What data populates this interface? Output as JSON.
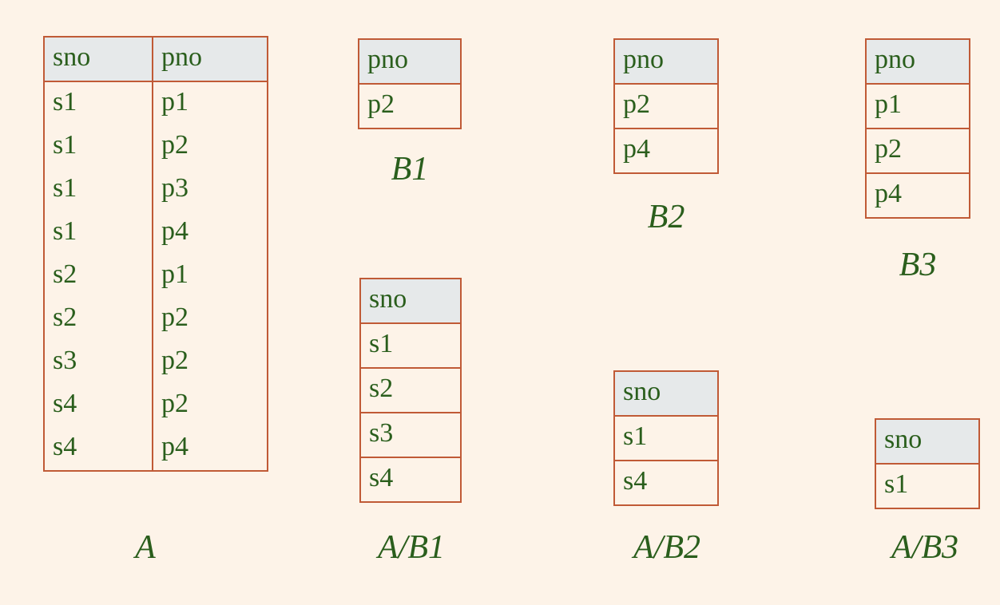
{
  "page": {
    "background_color": "#fdf3e8",
    "text_color": "#2a5e1c",
    "border_color": "#c05a36",
    "header_fill_color": "#e6e9ea"
  },
  "tables": {
    "A": {
      "caption": "A",
      "columns": [
        "sno",
        "pno"
      ],
      "rows": [
        [
          "s1",
          "p1"
        ],
        [
          "s1",
          "p2"
        ],
        [
          "s1",
          "p3"
        ],
        [
          "s1",
          "p4"
        ],
        [
          "s2",
          "p1"
        ],
        [
          "s2",
          "p2"
        ],
        [
          "s3",
          "p2"
        ],
        [
          "s4",
          "p2"
        ],
        [
          "s4",
          "p4"
        ]
      ]
    },
    "B1": {
      "caption": "B1",
      "columns": [
        "pno"
      ],
      "rows": [
        [
          "p2"
        ]
      ]
    },
    "B2": {
      "caption": "B2",
      "columns": [
        "pno"
      ],
      "rows": [
        [
          "p2"
        ],
        [
          "p4"
        ]
      ]
    },
    "B3": {
      "caption": "B3",
      "columns": [
        "pno"
      ],
      "rows": [
        [
          "p1"
        ],
        [
          "p2"
        ],
        [
          "p4"
        ]
      ]
    },
    "AB1": {
      "caption": "A/B1",
      "columns": [
        "sno"
      ],
      "rows": [
        [
          "s1"
        ],
        [
          "s2"
        ],
        [
          "s3"
        ],
        [
          "s4"
        ]
      ]
    },
    "AB2": {
      "caption": "A/B2",
      "columns": [
        "sno"
      ],
      "rows": [
        [
          "s1"
        ],
        [
          "s4"
        ]
      ]
    },
    "AB3": {
      "caption": "A/B3",
      "columns": [
        "sno"
      ],
      "rows": [
        [
          "s1"
        ]
      ]
    }
  }
}
